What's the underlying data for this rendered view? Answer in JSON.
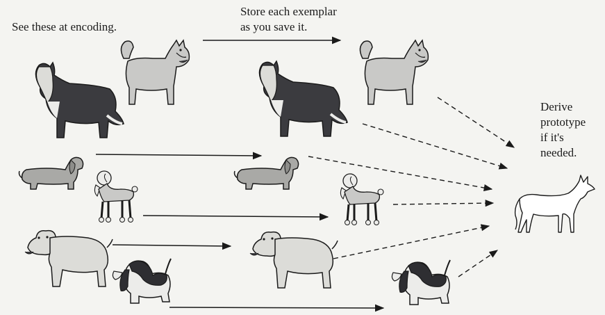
{
  "labels": {
    "encoding": "See these at encoding.",
    "store": [
      "Store each exemplar",
      "as you save it."
    ],
    "derive": [
      "Derive",
      "prototype",
      "if it's",
      "needed."
    ]
  },
  "colors": {
    "background": "#f4f4f1",
    "ink": "#1a1a1a",
    "dog_light": "#c9c9c7",
    "dog_mid": "#a9a9a6",
    "dog_dark": "#3b3b3f",
    "prototype_fill": "#ffffff"
  },
  "dogs": [
    {
      "name": "collie-encoding-icon",
      "breed": "collie",
      "stage": "encoding"
    },
    {
      "name": "husky-encoding-icon",
      "breed": "husky",
      "stage": "encoding"
    },
    {
      "name": "dachshund-encoding-icon",
      "breed": "dachshund",
      "stage": "encoding"
    },
    {
      "name": "poodle-encoding-icon",
      "breed": "poodle",
      "stage": "encoding"
    },
    {
      "name": "bulldog-encoding-icon",
      "breed": "bulldog",
      "stage": "encoding"
    },
    {
      "name": "basset-encoding-icon",
      "breed": "basset",
      "stage": "encoding"
    },
    {
      "name": "collie-stored-icon",
      "breed": "collie",
      "stage": "stored"
    },
    {
      "name": "husky-stored-icon",
      "breed": "husky",
      "stage": "stored"
    },
    {
      "name": "dachshund-stored-icon",
      "breed": "dachshund",
      "stage": "stored"
    },
    {
      "name": "poodle-stored-icon",
      "breed": "poodle",
      "stage": "stored"
    },
    {
      "name": "bulldog-stored-icon",
      "breed": "bulldog",
      "stage": "stored"
    },
    {
      "name": "basset-stored-icon",
      "breed": "basset",
      "stage": "stored"
    },
    {
      "name": "prototype-dog-icon",
      "breed": "prototype",
      "stage": "prototype"
    }
  ],
  "arrows": {
    "store": {
      "style": "solid",
      "count": 5
    },
    "derive": {
      "style": "dashed",
      "count": 6
    }
  }
}
